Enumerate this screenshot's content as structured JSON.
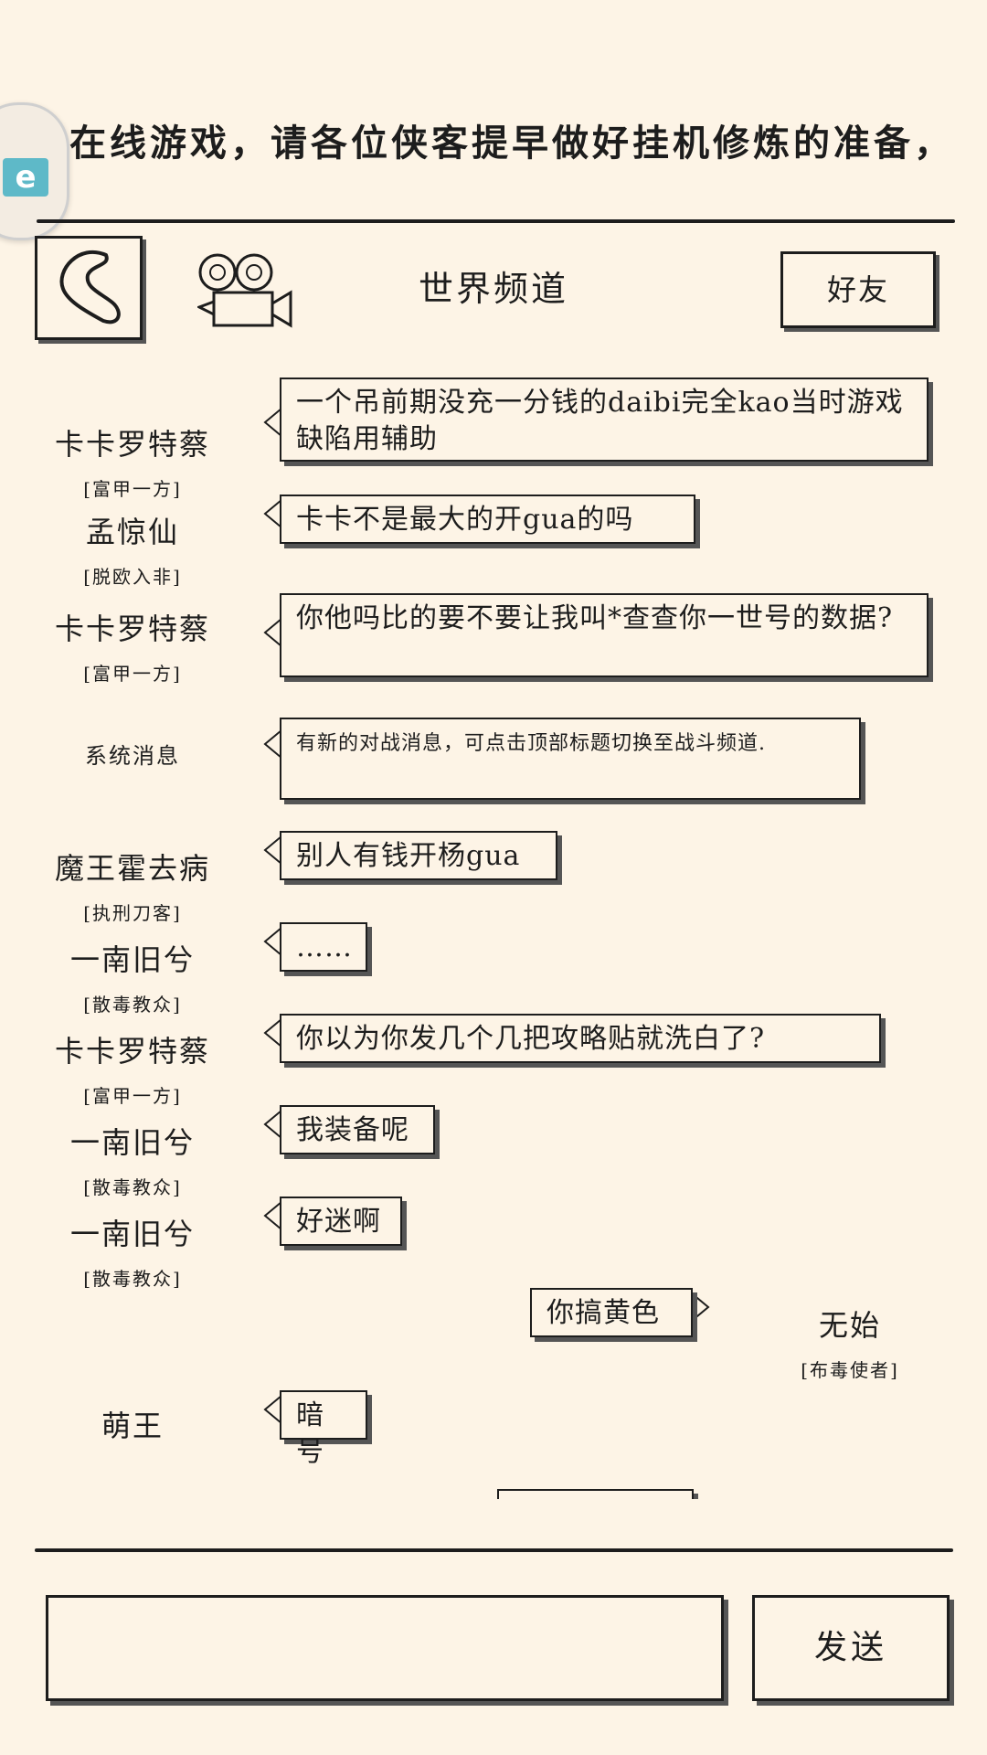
{
  "ticker": {
    "text": "入和在线游戏，请各位侠客提早做好挂机修炼的准备，"
  },
  "header": {
    "back_icon": "back-arrow-icon",
    "camera_icon": "film-camera-icon",
    "title": "世界频道",
    "friends_label": "好友"
  },
  "messages": [
    {
      "name": "卡卡罗特蔡",
      "title": "[富甲一方]",
      "text": "一个吊前期没充一分钱的daibi完全kao当时游戏缺陷用辅助"
    },
    {
      "name": "孟惊仙",
      "title": "[脱欧入非]",
      "text": "卡卡不是最大的开gua的吗"
    },
    {
      "name": "卡卡罗特蔡",
      "title": "[富甲一方]",
      "text": "你他吗比的要不要让我叫*查查你一世号的数据?"
    },
    {
      "name": "系统消息",
      "title": "",
      "text": "有新的对战消息，可点击顶部标题切换至战斗频道."
    },
    {
      "name": "魔王霍去病",
      "title": "[执刑刀客]",
      "text": "别人有钱开杨gua"
    },
    {
      "name": "一南旧兮",
      "title": "[散毒教众]",
      "text": "……"
    },
    {
      "name": "卡卡罗特蔡",
      "title": "[富甲一方]",
      "text": "你以为你发几个几把攻略贴就洗白了?"
    },
    {
      "name": "一南旧兮",
      "title": "[散毒教众]",
      "text": "我装备呢"
    },
    {
      "name": "一南旧兮",
      "title": "[散毒教众]",
      "text": "好迷啊"
    },
    {
      "name": "无始",
      "title": "[布毒使者]",
      "text": "你搞黄色"
    },
    {
      "name": "萌王",
      "title": "",
      "text": "暗号"
    }
  ],
  "composer": {
    "placeholder": "",
    "send_label": "发送"
  },
  "colors": {
    "background": "#fdf4e6",
    "ink": "#1d1d1d",
    "shadow": "#555555",
    "badge_accent": "#5eb9c8"
  }
}
